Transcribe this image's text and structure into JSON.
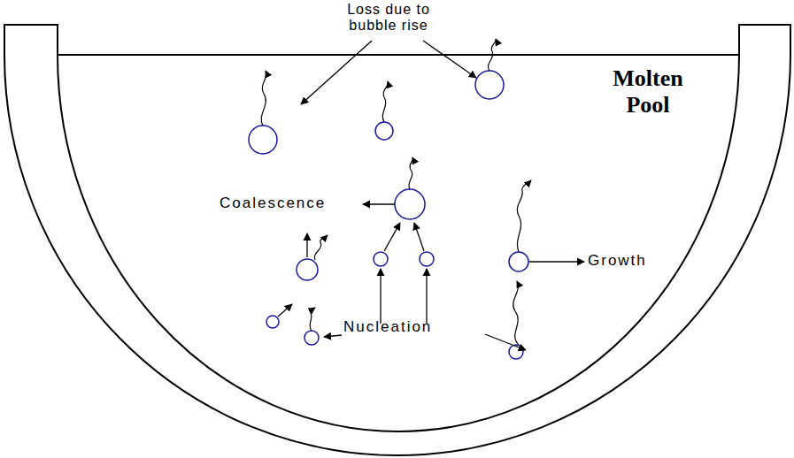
{
  "diagram": {
    "labels": [
      "Loss due to bubble rise",
      "Molten Pool",
      "Coalescence",
      "Growth",
      "Nucleation"
    ]
  }
}
